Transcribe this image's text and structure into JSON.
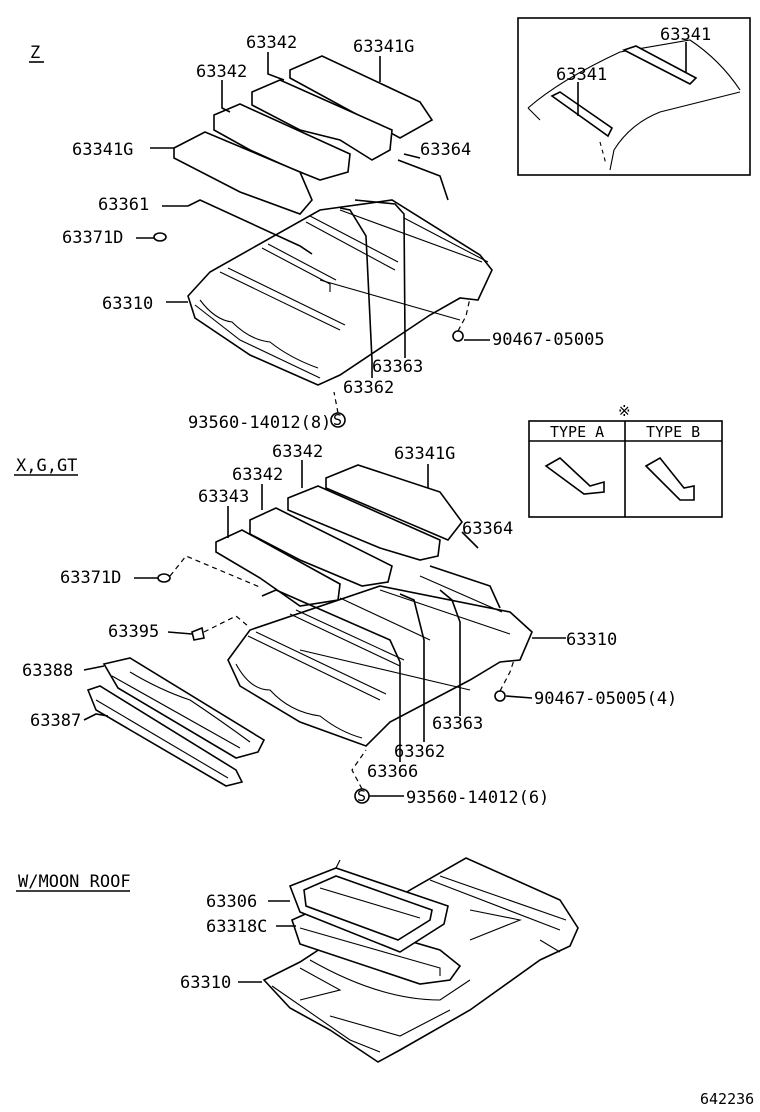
{
  "sections": {
    "z": "Z",
    "xggt": "X,G,GT",
    "moonroof": "W/MOON ROOF"
  },
  "labels": {
    "z_63342_a": "63342",
    "z_63341g_a": "63341G",
    "z_63342_b": "63342",
    "z_63341g_b": "63341G",
    "z_63364": "63364",
    "z_63361": "63361",
    "z_63371d": "63371D",
    "z_63310": "63310",
    "z_90467": "90467-05005",
    "z_63363": "63363",
    "z_63362": "63362",
    "z_93560": "93560-14012(8)",
    "inset_63341_a": "63341",
    "inset_63341_b": "63341",
    "x_63342_a": "63342",
    "x_63341g": "63341G",
    "x_63342_b": "63342",
    "x_63343": "63343",
    "x_63364": "63364",
    "x_63371d": "63371D",
    "x_63310": "63310",
    "x_63395": "63395",
    "x_63388": "63388",
    "x_63387": "63387",
    "x_90467": "90467-05005(4)",
    "x_63363": "63363",
    "x_63362": "63362",
    "x_63366": "63366",
    "x_93560": "93560-14012(6)",
    "m_63306": "63306",
    "m_63318c": "63318C",
    "m_63310": "63310"
  },
  "type_table": {
    "marker": "※",
    "type_a": "TYPE A",
    "type_b": "TYPE B"
  },
  "footer_code": "642236"
}
